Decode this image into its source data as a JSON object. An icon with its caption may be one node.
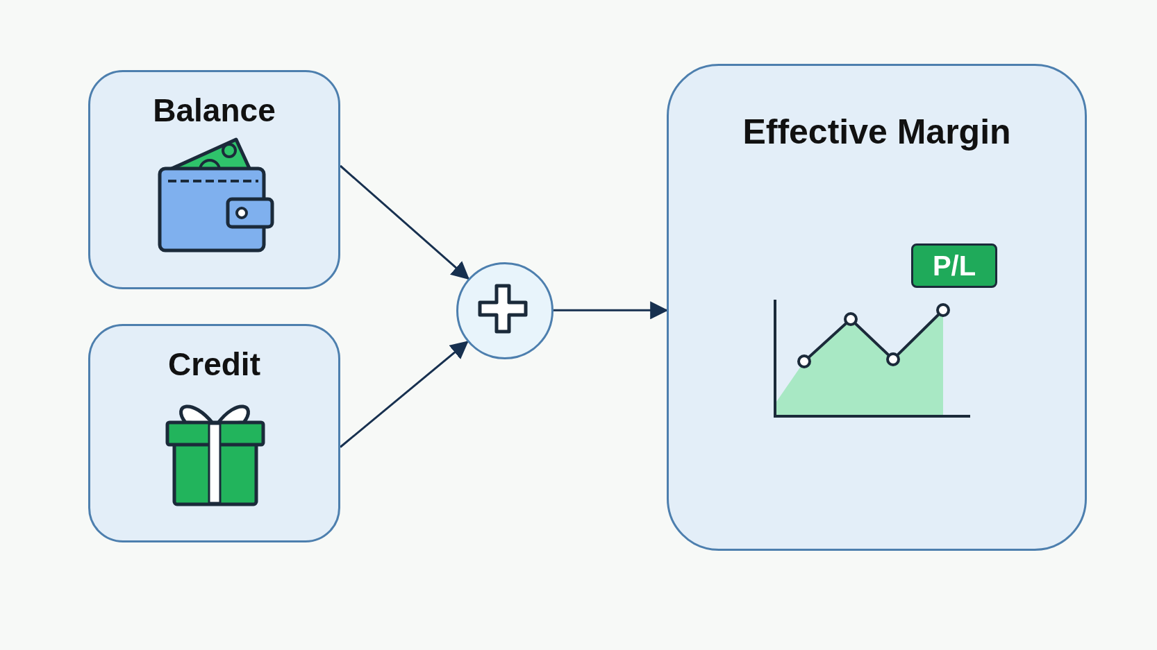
{
  "diagram": {
    "nodes": [
      {
        "text": [
          "Balance"
        ]
      },
      {
        "text": [
          "Credit"
        ]
      },
      {
        "text": [],
        "shape": "circle"
      },
      {
        "text": [
          "Effective Margin"
        ]
      }
    ],
    "edges": [
      {
        "from": 0,
        "to": 2,
        "arrow": "to"
      },
      {
        "from": 1,
        "to": 2,
        "arrow": "to"
      },
      {
        "from": 2,
        "to": 3,
        "arrow": "to"
      }
    ],
    "labels": [
      "P/L"
    ]
  }
}
